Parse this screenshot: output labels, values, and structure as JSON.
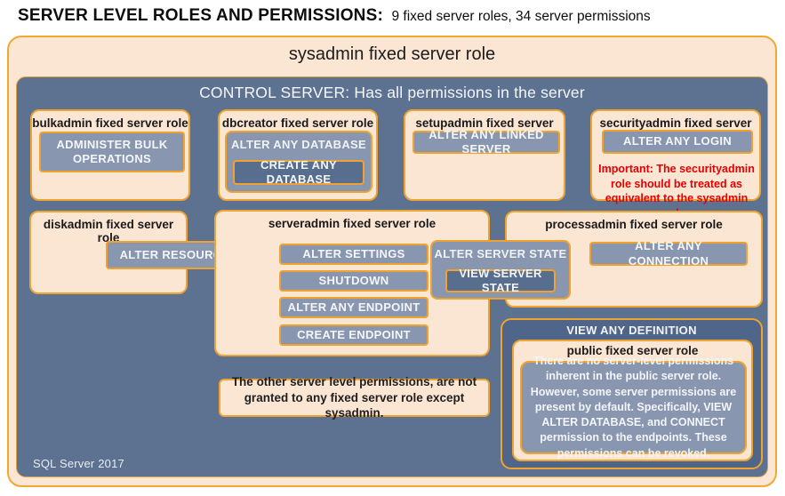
{
  "header": {
    "title_bold": "SERVER LEVEL ROLES AND PERMISSIONS:",
    "title_note": "9 fixed server roles, 34 server permissions"
  },
  "sysadmin": {
    "title": "sysadmin fixed server role"
  },
  "control": {
    "title": "CONTROL SERVER: Has all permissions in the server",
    "footer": "SQL Server 2017"
  },
  "bulkadmin": {
    "title": "bulkadmin fixed server role",
    "perm": "ADMINISTER  BULK OPERATIONS"
  },
  "dbcreator": {
    "title": "dbcreator fixed server role",
    "outer_perm": "ALTER ANY DATABASE",
    "inner_perm": "CREATE ANY DATABASE"
  },
  "setupadmin": {
    "title": "setupadmin fixed server role",
    "perm": "ALTER ANY LINKED SERVER"
  },
  "securityadmin": {
    "title": "securityadmin fixed server role",
    "perm": "ALTER ANY LOGIN",
    "warning": "Important: The securityadmin role should be treated as equivalent to the sysadmin role."
  },
  "diskadmin": {
    "title": "diskadmin fixed server role",
    "perm": "ALTER RESOURCES"
  },
  "serveradmin": {
    "title": "serveradmin fixed server role",
    "perms": [
      "ALTER SETTINGS",
      "SHUTDOWN",
      "ALTER ANY ENDPOINT",
      "CREATE ENDPOINT"
    ],
    "outer_perm": "ALTER SERVER STATE",
    "inner_perm": "VIEW SERVER STATE"
  },
  "processadmin": {
    "title": "processadmin fixed server role",
    "perm": "ALTER ANY CONNECTION"
  },
  "note": "The other server level permissions, are not granted to any fixed server role except sysadmin.",
  "view_any_definition": {
    "title": "VIEW ANY DEFINITION",
    "public_role": {
      "title": "public fixed server role",
      "text": "There are no server-level permissions inherent in the public server role. However, some server permissions are present by default. Specifically, VIEW ALTER DATABASE, and CONNECT permission to the endpoints. These permissions can be revoked."
    }
  },
  "colors": {
    "peach": "#FBE5D3",
    "gold_border": "#EEA42F",
    "slate_bg": "#5D7191",
    "slate_light": "#8897AF",
    "slate_dark": "#50658A",
    "warning_red": "#E80000"
  }
}
